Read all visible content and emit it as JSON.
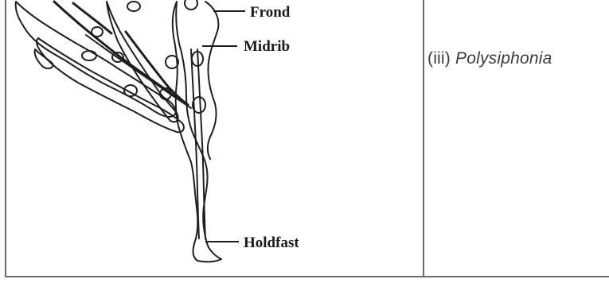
{
  "diagram": {
    "labels": {
      "frond": "Frond",
      "midrib": "Midrib",
      "holdfast": "Holdfast"
    }
  },
  "caption": {
    "numeral": "(iii)",
    "name": "Polysiphonia"
  }
}
